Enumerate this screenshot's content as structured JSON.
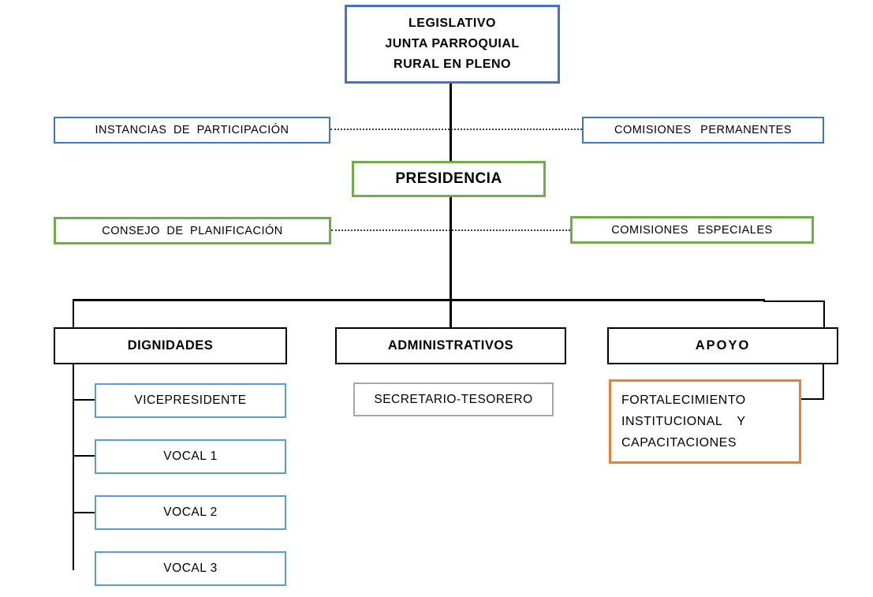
{
  "chart_type": "org-chart",
  "nodes": {
    "legislativo": {
      "lines": [
        "LEGISLATIVO",
        "JUNTA PARROQUIAL",
        "RURAL EN PLENO"
      ],
      "border_color": "#4472C4",
      "level": "top"
    },
    "instancias_participacion": {
      "label": "INSTANCIAS DE PARTICIPACIÓN",
      "border_color": "#4472C4"
    },
    "comisiones_permanentes": {
      "label": "COMISIONES PERMANENTES",
      "border_color": "#4472C4"
    },
    "presidencia": {
      "label": "PRESIDENCIA",
      "border_color": "#70AD47"
    },
    "consejo_planificacion": {
      "label": "CONSEJO DE PLANIFICACIÓN",
      "border_color": "#70AD47"
    },
    "comisiones_especiales": {
      "label": "COMISIONES ESPECIALES",
      "border_color": "#70AD47"
    },
    "dignidades": {
      "label": "DIGNIDADES",
      "border_color": "#000000"
    },
    "administrativos": {
      "label": "ADMINISTRATIVOS",
      "border_color": "#000000"
    },
    "apoyo": {
      "label": "APOYO",
      "border_color": "#000000"
    },
    "vicepresidente": {
      "label": "VICEPRESIDENTE",
      "border_color": "#5B9BD5"
    },
    "vocal1": {
      "label": "VOCAL 1",
      "border_color": "#5B9BD5"
    },
    "vocal2": {
      "label": "VOCAL 2",
      "border_color": "#5B9BD5"
    },
    "vocal3": {
      "label": "VOCAL 3",
      "border_color": "#5B9BD5"
    },
    "secretario_tesorero": {
      "label": "SECRETARIO-TESORERO",
      "border_color": "#A6A6A6"
    },
    "fortalecimiento": {
      "lines": [
        "FORTALECIMIENTO",
        "INSTITUCIONAL Y",
        "CAPACITACIONES"
      ],
      "border_color": "#ED7D31"
    }
  },
  "hierarchy": {
    "root": "legislativo",
    "root_children": [
      "presidencia"
    ],
    "presidencia_children": [
      "dignidades",
      "administrativos",
      "apoyo"
    ],
    "dignidades_children": [
      "vicepresidente",
      "vocal1",
      "vocal2",
      "vocal3"
    ],
    "administrativos_children": [
      "secretario_tesorero"
    ],
    "apoyo_children": [
      "fortalecimiento"
    ],
    "dotted_links": [
      [
        "instancias_participacion",
        "comisiones_permanentes"
      ],
      [
        "consejo_planificacion",
        "comisiones_especiales"
      ]
    ]
  },
  "colors": {
    "blue": "#4472C4",
    "green": "#70AD47",
    "light_blue": "#5B9BD5",
    "gray": "#A6A6A6",
    "orange": "#ED7D31",
    "line_black": "#000000",
    "background": "#FFFFFF"
  }
}
